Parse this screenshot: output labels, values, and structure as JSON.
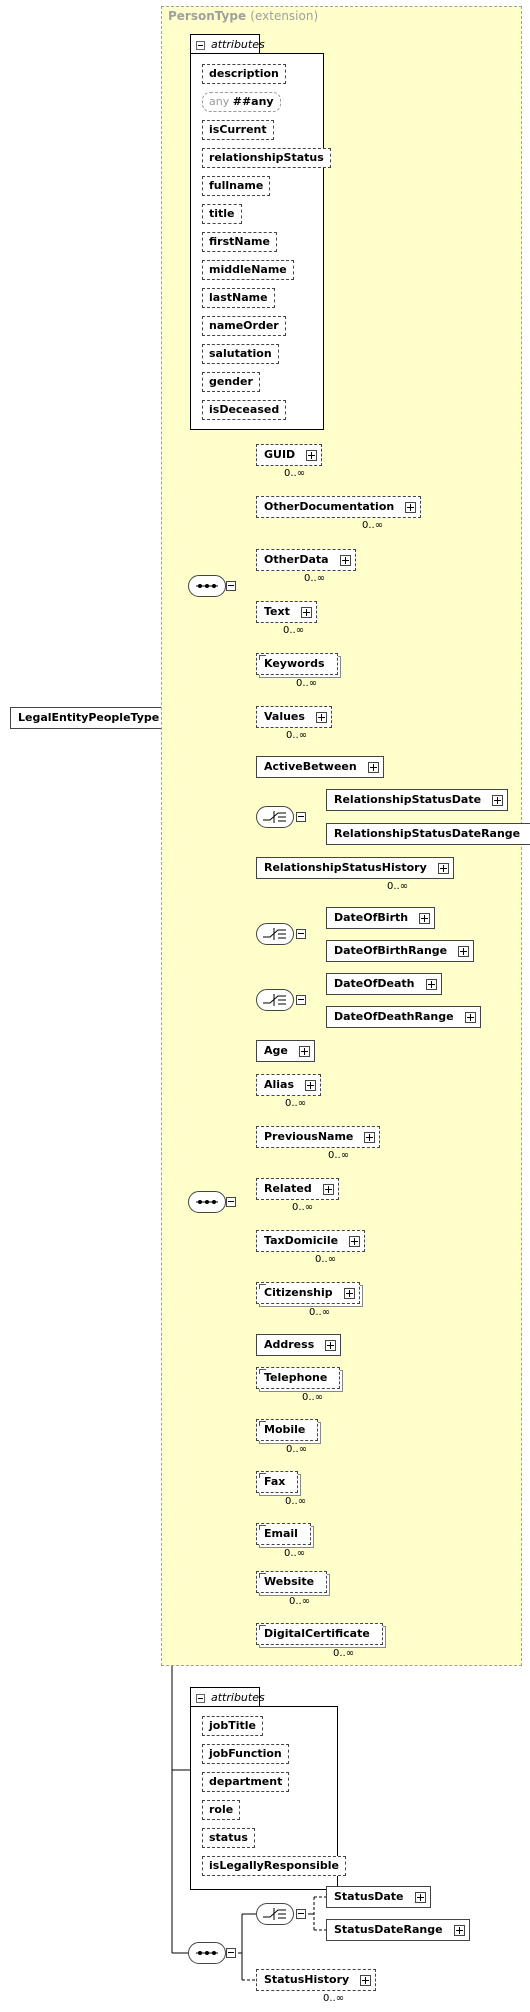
{
  "root": {
    "label": "LegalEntityPeopleType"
  },
  "extension": {
    "type_name": "PersonType",
    "qualifier": "(extension)"
  },
  "person_attributes": {
    "tab_label": "attributes",
    "items": [
      "description",
      "isCurrent",
      "relationshipStatus",
      "fullname",
      "title",
      "firstName",
      "middleName",
      "lastName",
      "nameOrder",
      "salutation",
      "gender",
      "isDeceased"
    ],
    "any": {
      "prefix": "any",
      "value": "##any"
    }
  },
  "seq1": {
    "elements": [
      {
        "label": "GUID",
        "card": "0..∞"
      },
      {
        "label": "OtherDocumentation",
        "card": "0..∞"
      },
      {
        "label": "OtherData",
        "card": "0..∞"
      },
      {
        "label": "Text",
        "card": "0..∞"
      },
      {
        "label": "Keywords",
        "card": "0..∞"
      },
      {
        "label": "Values",
        "card": "0..∞"
      }
    ]
  },
  "seq2": {
    "active_between": "ActiveBetween",
    "rel_status_date": "RelationshipStatusDate",
    "rel_status_date_range": "RelationshipStatusDateRange",
    "rel_status_history": {
      "label": "RelationshipStatusHistory",
      "card": "0..∞"
    },
    "dob": "DateOfBirth",
    "dob_range": "DateOfBirthRange",
    "dod": "DateOfDeath",
    "dod_range": "DateOfDeathRange",
    "age": "Age",
    "alias": {
      "label": "Alias",
      "card": "0..∞"
    },
    "previous_name": {
      "label": "PreviousName",
      "card": "0..∞"
    },
    "related": {
      "label": "Related",
      "card": "0..∞"
    },
    "tax_domicile": {
      "label": "TaxDomicile",
      "card": "0..∞"
    },
    "citizenship": {
      "label": "Citizenship",
      "card": "0..∞"
    },
    "address": "Address",
    "telephone": {
      "label": "Telephone",
      "card": "0..∞"
    },
    "mobile": {
      "label": "Mobile",
      "card": "0..∞"
    },
    "fax": {
      "label": "Fax",
      "card": "0..∞"
    },
    "email": {
      "label": "Email",
      "card": "0..∞"
    },
    "website": {
      "label": "Website",
      "card": "0..∞"
    },
    "digital_certificate": {
      "label": "DigitalCertificate",
      "card": "0..∞"
    }
  },
  "legal_attributes": {
    "tab_label": "attributes",
    "items": [
      "jobTitle",
      "jobFunction",
      "department",
      "role",
      "status",
      "isLegallyResponsible"
    ]
  },
  "seq3": {
    "status_date": "StatusDate",
    "status_date_range": "StatusDateRange",
    "status_history": {
      "label": "StatusHistory",
      "card": "0..∞"
    }
  }
}
